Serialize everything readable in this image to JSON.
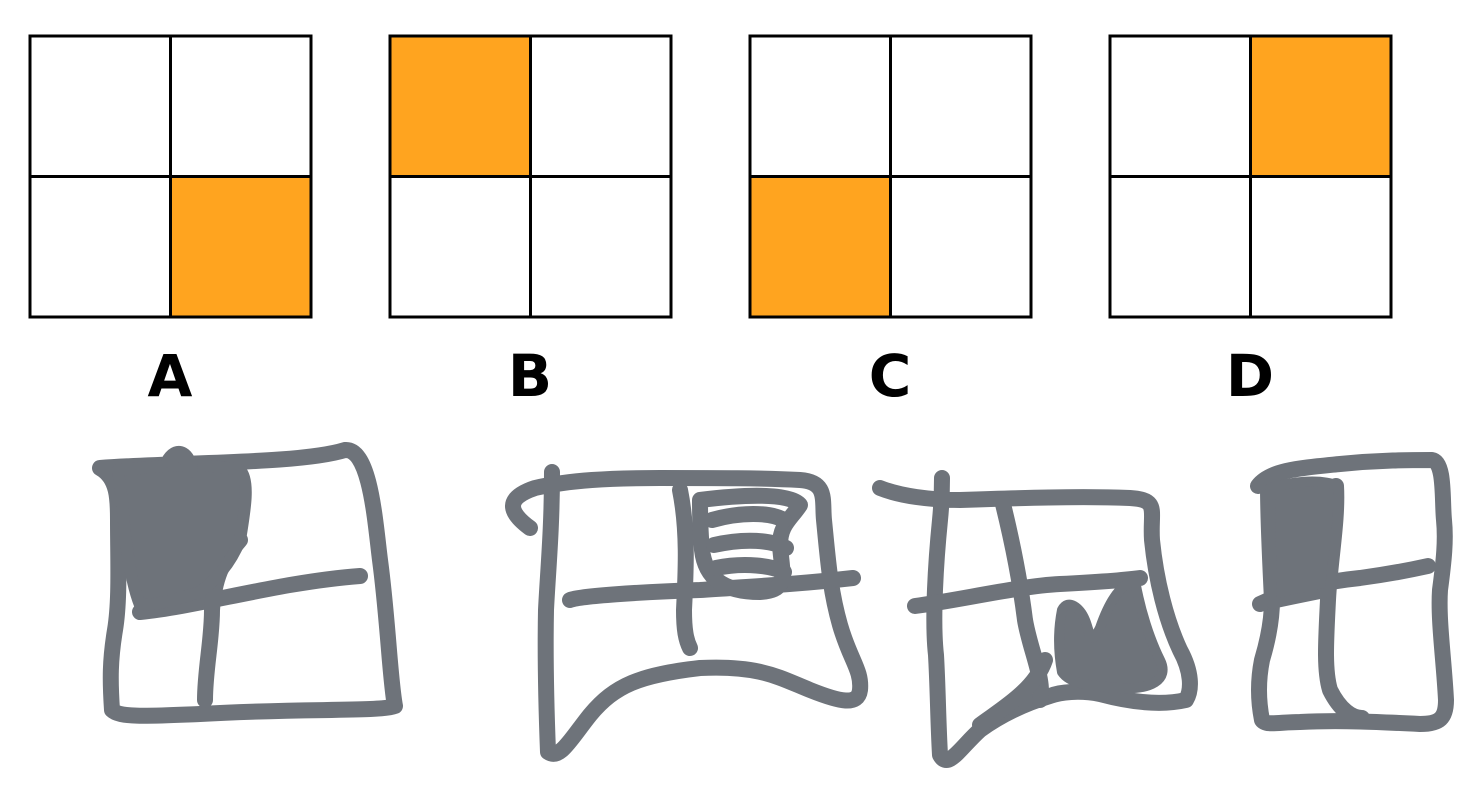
{
  "colors": {
    "highlight": "#FFA41F",
    "grid_line": "#000000",
    "sketch": "#6E737A",
    "background": "#FFFFFF"
  },
  "options": [
    {
      "label": "A",
      "highlighted_cell": "bottom-right"
    },
    {
      "label": "B",
      "highlighted_cell": "top-left"
    },
    {
      "label": "C",
      "highlighted_cell": "bottom-left"
    },
    {
      "label": "D",
      "highlighted_cell": "top-right"
    }
  ],
  "sketches": [
    {
      "scribbled_cell": "top-left"
    },
    {
      "scribbled_cell": "top-right"
    },
    {
      "scribbled_cell": "bottom-right"
    },
    {
      "scribbled_cell": "top-left"
    }
  ]
}
